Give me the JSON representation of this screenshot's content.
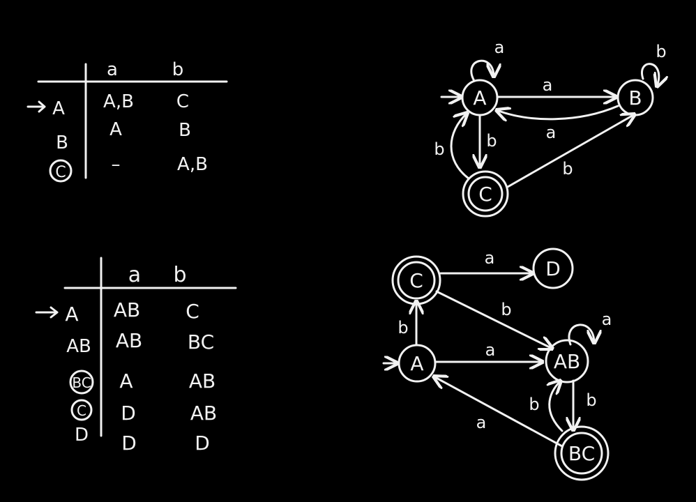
{
  "nfa_table": {
    "headers": [
      "a",
      "b"
    ],
    "rows": [
      {
        "state": "A",
        "a": "A,B",
        "b": "C",
        "start": true,
        "final": false
      },
      {
        "state": "B",
        "a": "A",
        "b": "B",
        "start": false,
        "final": false
      },
      {
        "state": "C",
        "a": "–",
        "b": "A,B",
        "start": false,
        "final": true
      }
    ]
  },
  "nfa_graph": {
    "states": [
      "A",
      "B",
      "C"
    ],
    "edges": [
      {
        "from": "A",
        "to": "A",
        "label": "a"
      },
      {
        "from": "B",
        "to": "B",
        "label": "b"
      },
      {
        "from": "A",
        "to": "B",
        "label": "a"
      },
      {
        "from": "B",
        "to": "A",
        "label": "a"
      },
      {
        "from": "A",
        "to": "C",
        "label": "b"
      },
      {
        "from": "C",
        "to": "A",
        "label": "b"
      },
      {
        "from": "C",
        "to": "B",
        "label": "b"
      }
    ]
  },
  "dfa_table": {
    "headers": [
      "a",
      "b"
    ],
    "rows": [
      {
        "state": "A",
        "a": "AB",
        "b": "C",
        "start": true,
        "final": false
      },
      {
        "state": "AB",
        "a": "AB",
        "b": "BC",
        "start": false,
        "final": false
      },
      {
        "state": "BC",
        "a": "A",
        "b": "AB",
        "start": false,
        "final": true
      },
      {
        "state": "C",
        "a": "D",
        "b": "AB",
        "start": false,
        "final": true
      },
      {
        "state": "D",
        "a": "D",
        "b": "D",
        "start": false,
        "final": false
      }
    ]
  },
  "dfa_graph": {
    "states": [
      "C",
      "D",
      "A",
      "AB",
      "BC"
    ],
    "edges": [
      {
        "from": "C",
        "to": "D",
        "label": "a"
      },
      {
        "from": "C",
        "to": "AB",
        "label": "b"
      },
      {
        "from": "A",
        "to": "C",
        "label": "b"
      },
      {
        "from": "A",
        "to": "AB",
        "label": "a"
      },
      {
        "from": "AB",
        "to": "AB",
        "label": "a"
      },
      {
        "from": "AB",
        "to": "BC",
        "label": "b"
      },
      {
        "from": "BC",
        "to": "AB",
        "label": "b"
      },
      {
        "from": "BC",
        "to": "A",
        "label": "a"
      }
    ]
  }
}
